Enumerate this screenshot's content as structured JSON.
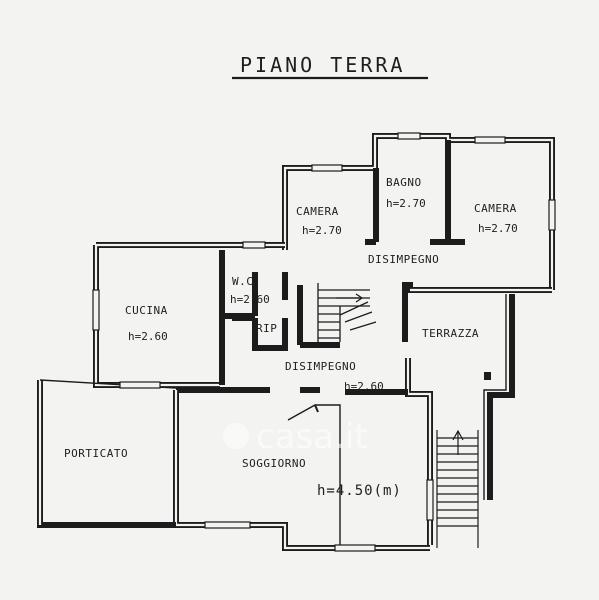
{
  "plan": {
    "title": "PIANO TERRA",
    "watermark": "casa.it",
    "rooms": {
      "camera_left": {
        "name": "CAMERA",
        "height": "h=2.70"
      },
      "bagno": {
        "name": "BAGNO",
        "height": "h=2.70"
      },
      "camera_right": {
        "name": "CAMERA",
        "height": "h=2.70"
      },
      "disimpegno_top": {
        "name": "DISIMPEGNO"
      },
      "cucina": {
        "name": "CUCINA",
        "height": "h=2.60"
      },
      "wc": {
        "name": "W.C",
        "height": "h=2.60"
      },
      "rip": {
        "name": "RIP"
      },
      "terrazza": {
        "name": "TERRAZZA"
      },
      "disimpegno_main": {
        "name": "DISIMPEGNO",
        "height": "h=2.60"
      },
      "porticato": {
        "name": "PORTICATO"
      },
      "soggiorno": {
        "name": "SOGGIORNO",
        "height": "h=4.50(m)"
      }
    }
  }
}
